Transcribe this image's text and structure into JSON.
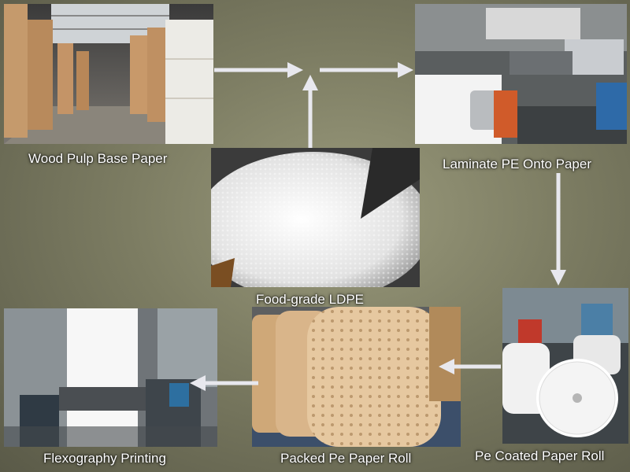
{
  "steps": [
    {
      "id": "base-paper",
      "label": "Wood Pulp Base Paper"
    },
    {
      "id": "ldpe",
      "label": "Food-grade LDPE"
    },
    {
      "id": "laminate",
      "label": "Laminate PE Onto Paper"
    },
    {
      "id": "coated-roll",
      "label": "Pe Coated Paper Roll"
    },
    {
      "id": "packed-roll",
      "label": "Packed Pe Paper Roll"
    },
    {
      "id": "flexo",
      "label": "Flexography Printing"
    }
  ],
  "colors": {
    "arrow": "#e8e8ee",
    "label": "#ffffff"
  },
  "icons": {
    "base-paper": "warehouse-paper-rolls-photo",
    "ldpe": "plastic-pellets-photo",
    "laminate": "laminating-machine-photo",
    "coated-roll": "coated-paper-rolls-photo",
    "packed-roll": "packed-paper-roll-photo",
    "flexo": "flexo-printing-machine-photo"
  }
}
